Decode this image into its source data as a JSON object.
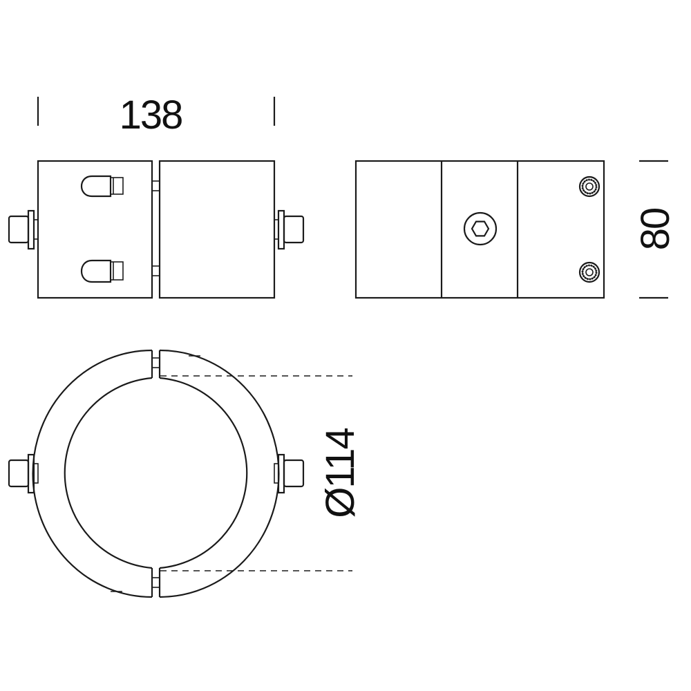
{
  "dimensions": {
    "width_label": "138",
    "height_label": "80",
    "diameter_label": "Ø114"
  },
  "colors": {
    "line": "#1a1a1a",
    "background": "#ffffff"
  }
}
